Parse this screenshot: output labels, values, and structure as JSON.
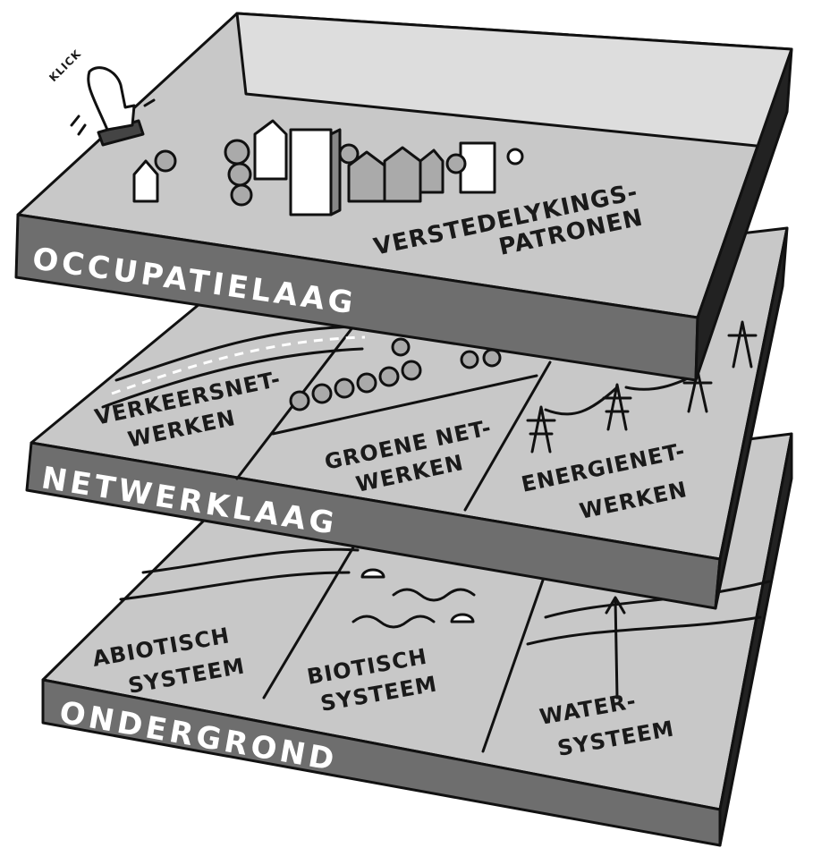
{
  "colors": {
    "surface": "#c8c8c8",
    "surface_light": "#d6d6d6",
    "band": "#6e6e6e",
    "side": "#222222",
    "ink": "#111111"
  },
  "click_label": "KLICK",
  "layers": {
    "occupatie": {
      "name": "OCCUPATIELAAG",
      "zone_line1": "VERSTEDELYKINGS-",
      "zone_line2": "PATRONEN"
    },
    "netwerk": {
      "name": "NETWERKLAAG",
      "zones": [
        {
          "line1": "VERKEERSNET-",
          "line2": "WERKEN"
        },
        {
          "line1": "GROENE NET-",
          "line2": "WERKEN"
        },
        {
          "line1": "ENERGIENET-",
          "line2": "WERKEN"
        }
      ]
    },
    "ondergrond": {
      "name": "ONDERGROND",
      "zones": [
        {
          "line1": "ABIOTISCH",
          "line2": "SYSTEEM"
        },
        {
          "line1": "BIOTISCH",
          "line2": "SYSTEEM"
        },
        {
          "line1": "WATER-",
          "line2": "SYSTEEM"
        }
      ]
    }
  }
}
